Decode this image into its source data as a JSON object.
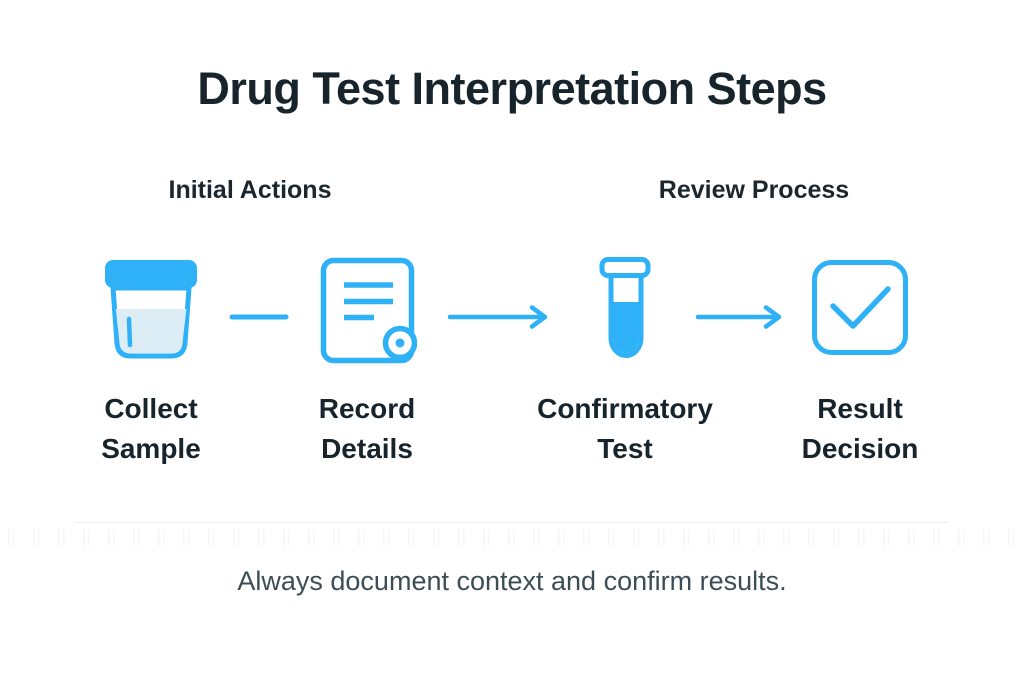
{
  "page": {
    "title": "Drug Test Interpretation Steps",
    "footer_note": "Always document context and confirm results."
  },
  "groups": [
    {
      "label": "Initial Actions"
    },
    {
      "label": "Review Process"
    }
  ],
  "steps": [
    {
      "icon": "sample-cup-icon",
      "label_line1": "Collect",
      "label_line2": "Sample"
    },
    {
      "icon": "document-icon",
      "label_line1": "Record",
      "label_line2": "Details"
    },
    {
      "icon": "test-tube-icon",
      "label_line1": "Confirmatory",
      "label_line2": "Test"
    },
    {
      "icon": "check-square-icon",
      "label_line1": "Result",
      "label_line2": "Decision"
    }
  ],
  "connectors": [
    {
      "type": "line"
    },
    {
      "type": "arrow"
    },
    {
      "type": "arrow"
    }
  ],
  "colors": {
    "accent_blue": "#2FB1F7",
    "liquid_light": "#DCEDF6",
    "title_dark": "#18242C",
    "footer_gray": "#3D4D56",
    "divider": "#ECEDED"
  }
}
